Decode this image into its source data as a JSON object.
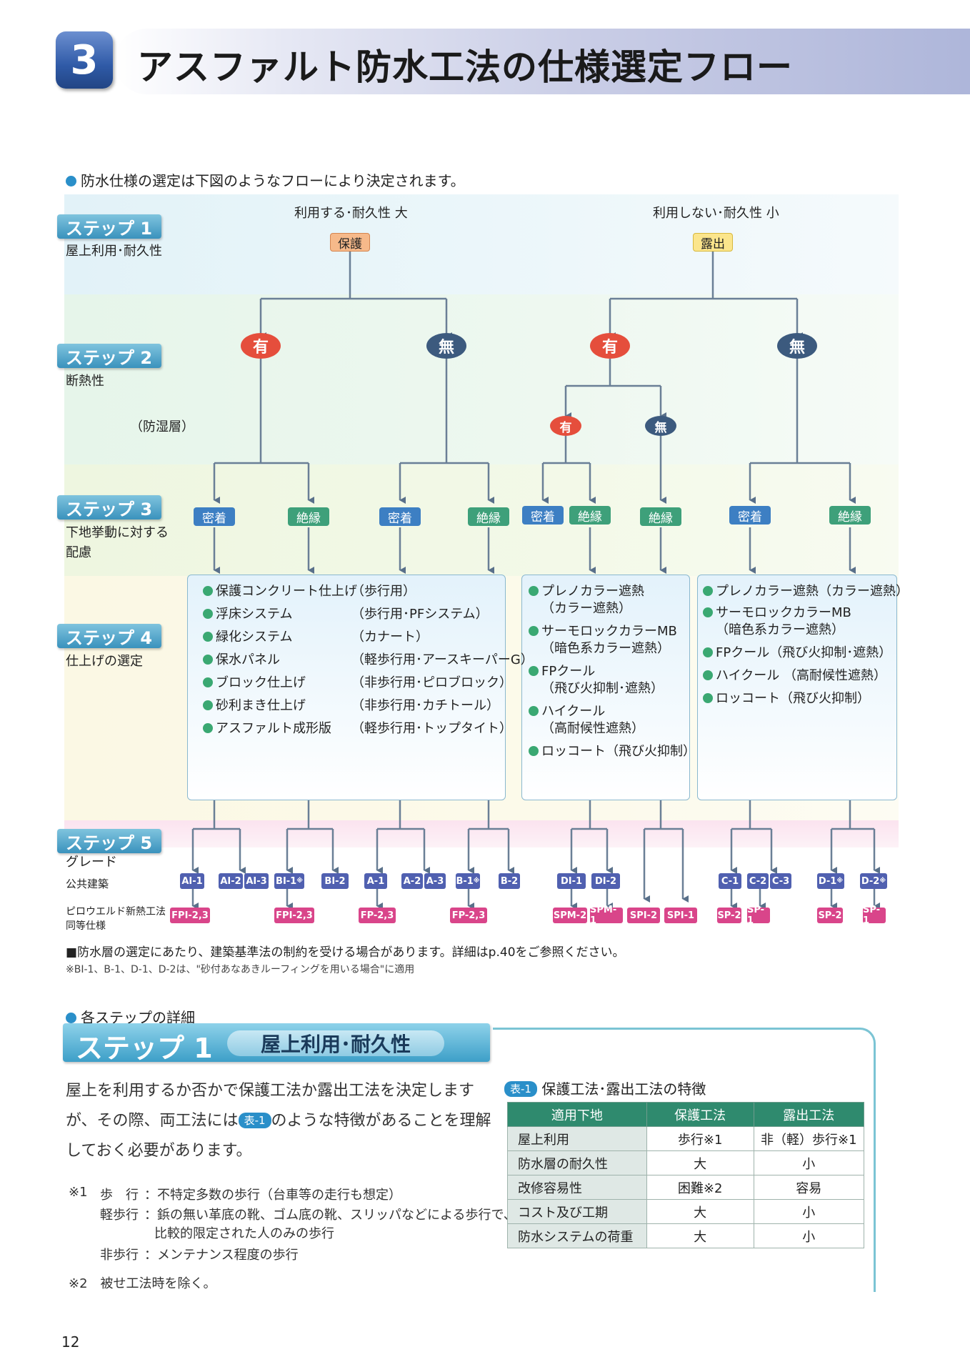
{
  "header": {
    "number": "3",
    "title": "アスファルト防水工法の仕様選定フロー"
  },
  "intro": "防水仕様の選定は下図のようなフローにより決定されます。",
  "steps": [
    {
      "badge": "ステップ 1",
      "label": "屋上利用･耐久性"
    },
    {
      "badge": "ステップ 2",
      "label": "断熱性"
    },
    {
      "badge": "ステップ 3",
      "label": "下地挙動に対する配慮"
    },
    {
      "badge": "ステップ 4",
      "label": "仕上げの選定"
    },
    {
      "badge": "ステップ 5",
      "label": "グレード"
    }
  ],
  "step1": {
    "left_label": "利用する･耐久性 大",
    "right_label": "利用しない･耐久性 小",
    "protect": "保護",
    "exposed": "露出"
  },
  "step2": {
    "yes": "有",
    "no": "無",
    "moisture_label": "（防湿層）"
  },
  "step3": {
    "adhere": "密着",
    "insulate": "絶縁"
  },
  "step4": {
    "box1": [
      {
        "name": "保護コンクリート仕上げ",
        "desc": "（歩行用）"
      },
      {
        "name": "浮床システム",
        "desc": "（歩行用･PFシステム）"
      },
      {
        "name": "緑化システム",
        "desc": "（カナート）"
      },
      {
        "name": "保水パネル",
        "desc": "（軽歩行用･アースキーパーG）"
      },
      {
        "name": "ブロック仕上げ",
        "desc": "（非歩行用･ピロブロック）"
      },
      {
        "name": "砂利まき仕上げ",
        "desc": "（非歩行用･カチトール）"
      },
      {
        "name": "アスファルト成形版",
        "desc": "（軽歩行用･トップタイト）"
      }
    ],
    "box2": [
      {
        "line1": "プレノカラー遮熱",
        "line2": "（カラー遮熱）"
      },
      {
        "line1": "サーモロックカラーMB",
        "line2": "（暗色系カラー遮熱）"
      },
      {
        "line1": "FPクール",
        "line2": "（飛び火抑制･遮熱）"
      },
      {
        "line1": "ハイクール",
        "line2": "（高耐候性遮熱）"
      },
      {
        "line1": "ロッコート（飛び火抑制）",
        "line2": ""
      }
    ],
    "box3": [
      {
        "line1": "プレノカラー遮熱（カラー遮熱）",
        "line2": ""
      },
      {
        "line1": "サーモロックカラーMB",
        "line2": "（暗色系カラー遮熱）"
      },
      {
        "line1": "FPクール（飛び火抑制･遮熱）",
        "line2": ""
      },
      {
        "line1": "ハイクール （高耐候性遮熱）",
        "line2": ""
      },
      {
        "line1": "ロッコート（飛び火抑制）",
        "line2": ""
      }
    ]
  },
  "step5": {
    "row1_label": "公共建築",
    "row2_label_a": "ピロウエルド新熱工法",
    "row2_label_b": "同等仕様",
    "public": [
      "AI-1",
      "AI-2",
      "AI-3",
      "BI-1",
      "BI-2",
      "A-1",
      "A-2",
      "A-3",
      "B-1",
      "B-2",
      "DI-1",
      "DI-2",
      "C-1",
      "C-2",
      "C-3",
      "D-1",
      "D-2"
    ],
    "pirow": [
      "FPI-2,3",
      "FPI-2,3",
      "FP-2,3",
      "FP-2,3",
      "SPM-2",
      "SPM-1",
      "SPI-2",
      "SPI-1",
      "SP-2",
      "SP-1",
      "SP-2",
      "SP-1"
    ],
    "mark": "※"
  },
  "notes": {
    "n1": "■防水層の選定にあたり、建築基準法の制約を受ける場合があります。詳細はp.40をご参照ください。",
    "n2": "※BI-1、B-1、D-1、D-2は、\"砂付あなあきルーフィングを用いる場合\"に適用"
  },
  "details": {
    "heading": "各ステップの詳細",
    "step_big": "ステップ 1",
    "step_title": "屋上利用･耐久性",
    "para_a": "屋上を利用するか否かで保護工法か露出工法を決定します",
    "para_b": "が、その際、両工法には",
    "para_tag": "表-1",
    "para_c": "のような特徴があることを理解",
    "para_d": "しておく必要があります。",
    "fn1_mark": "※1",
    "fn1_a_term": "歩　行",
    "fn1_a_text": "：不特定多数の歩行（台車等の走行も想定）",
    "fn1_b_term": "軽歩行",
    "fn1_b_text": "：鋲の無い革底の靴、ゴム底の靴、スリッパなどによる歩行で、",
    "fn1_b_text2": "比較的限定された人のみの歩行",
    "fn1_c_term": "非歩行",
    "fn1_c_text": "：メンテナンス程度の歩行",
    "fn2": "※2　被せ工法時を除く。"
  },
  "table1": {
    "caption_tag": "表-1",
    "caption": "保護工法･露出工法の特徴",
    "headers": [
      "適用下地",
      "保護工法",
      "露出工法"
    ],
    "rows": [
      [
        "屋上利用",
        "歩行※1",
        "非（軽）歩行※1"
      ],
      [
        "防水層の耐久性",
        "大",
        "小"
      ],
      [
        "改修容易性",
        "困難※2",
        "容易"
      ],
      [
        "コスト及び工期",
        "大",
        "小"
      ],
      [
        "防水システムの荷重",
        "大",
        "小"
      ]
    ]
  },
  "page_number": "12",
  "colors": {
    "step_blue": "#3a92bd",
    "red": "#e54e3c",
    "navy": "#3c5a7e",
    "method_blue": "#3d7fc3",
    "method_green": "#3ea07a",
    "grade_blue": "#5060b0",
    "grade_pink": "#d9458a",
    "table_green": "#2f8a6e"
  }
}
